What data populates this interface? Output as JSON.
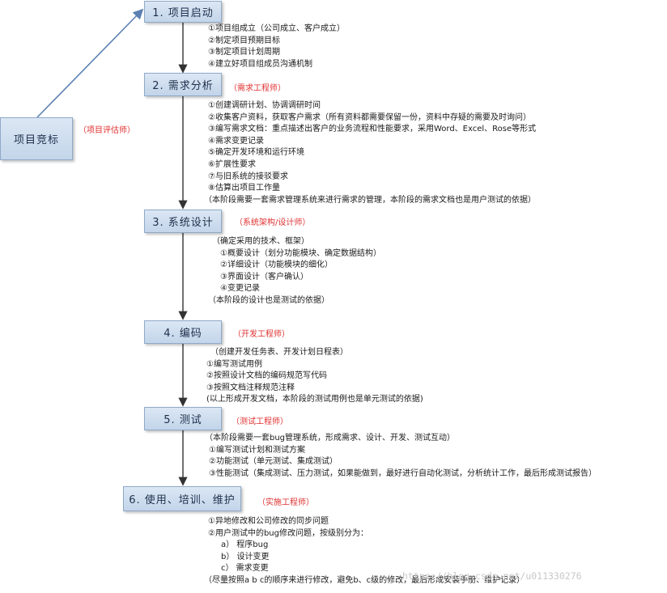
{
  "side_box": {
    "label": "项目竞标",
    "role": "（项目评估师）"
  },
  "phases": [
    {
      "title": "1. 项目启动",
      "role": "",
      "lines": [
        "①项目组成立（公司成立、客户成立）",
        "②制定项目预期目标",
        "③制定项目计划周期",
        "④建立好项目组成员沟通机制"
      ]
    },
    {
      "title": "2. 需求分析",
      "role": "（需求工程师）",
      "lines": [
        "①创建调研计划、协调调研时间",
        "②收集客户资料，获取客户需求（所有资料都需要保留一份，资料中存疑的需要及时询问）",
        "③编写需求文档：重点描述出客户的业务流程和性能要求，采用Word、Excel、Rose等形式",
        "④需求变更记录",
        "⑤确定开发环境和运行环境",
        "⑥扩展性要求",
        "⑦与旧系统的接驳要求",
        "⑧估算出项目工作量",
        "（本阶段需要一套需求管理系统来进行需求的管理，本阶段的需求文档也是用户测试的依据）"
      ]
    },
    {
      "title": "3. 系统设计",
      "role": "（系统架构/设计师）",
      "lines": [
        "（确定采用的技术、框架）",
        "①概要设计（划分功能模块、确定数据结构）",
        "②详细设计（功能模块的细化）",
        "③界面设计（客户确认）",
        "④变更记录",
        "（本阶段的设计也是测试的依据）"
      ]
    },
    {
      "title": "4. 编码",
      "role": "（开发工程师）",
      "lines": [
        "（创建开发任务表、开发计划日程表）",
        "①编写测试用例",
        "②按照设计文档的编码规范写代码",
        "③按照文档注释规范注释",
        "(以上形成开发文档，本阶段的测试用例也是单元测试的依据)"
      ]
    },
    {
      "title": "5. 测试",
      "role": "（测试工程师）",
      "lines": [
        "（本阶段需要一套bug管理系统，形成需求、设计、开发、测试互动）",
        "①编写测试计划和测试方案",
        "②功能测试（单元测试、集成测试）",
        "③性能测试（集成测试、压力测试，如果能做到，最好进行自动化测试，分析统计工作，最后形成测试报告）"
      ]
    },
    {
      "title": "6. 使用、培训、维护",
      "role": "（实施工程师）",
      "lines": [
        "①异地修改和公司修改的同步问题",
        "②用户测试中的bug修改问题，按级别分为：",
        "a） 程序bug",
        "b） 设计变更",
        "c） 需求变更",
        "（尽量按照a b c的顺序来进行修改，避免b、c级的修改，最后形成安装手册、维护记录）"
      ]
    }
  ],
  "watermark": "https://blog.csdn.net/u011330276"
}
